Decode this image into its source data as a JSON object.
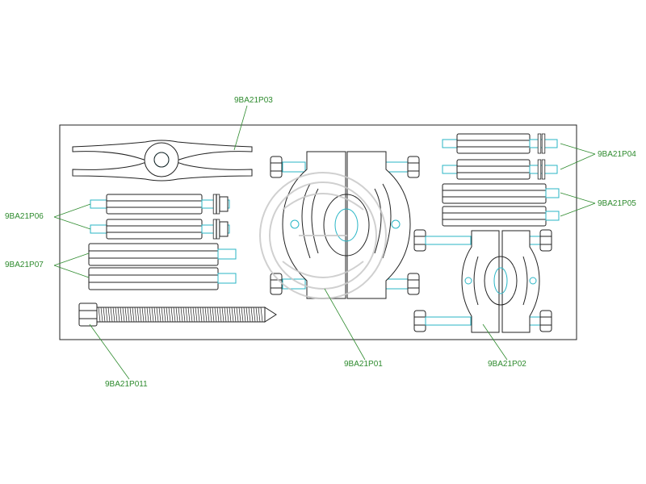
{
  "colors": {
    "line": "#222222",
    "accent_cyan": "#29b6c6",
    "label_green": "#2e8b2e",
    "background": "#ffffff",
    "watermark": "#c8c8c8"
  },
  "labels": {
    "p01": "9BA21P01",
    "p02": "9BA21P02",
    "p03": "9BA21P03",
    "p04": "9BA21P04",
    "p05": "9BA21P05",
    "p06": "9BA21P06",
    "p07": "9BA21P07",
    "p011": "9BA21P011"
  }
}
